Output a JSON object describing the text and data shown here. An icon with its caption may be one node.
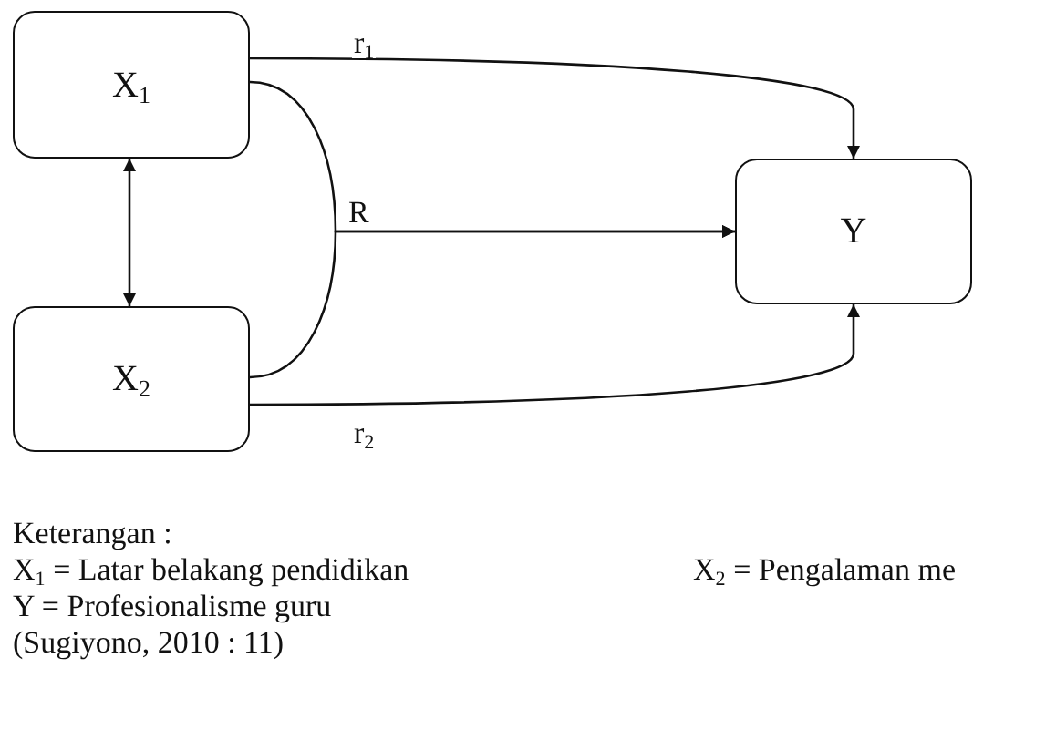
{
  "diagram": {
    "nodes": [
      {
        "text": [
          "X$_{1}$"
        ]
      },
      {
        "text": [
          "X$_{2}$"
        ]
      },
      {
        "text": [
          "Y"
        ]
      }
    ],
    "edges": [
      {
        "from": 0,
        "to": 2,
        "arrow": "to",
        "label": "r$_{1}$"
      },
      {
        "from": 0,
        "to": 1,
        "arrow": "both"
      },
      {
        "from": 0,
        "to": 2,
        "arrow": "to",
        "label": "R"
      },
      {
        "from": 1,
        "to": 2,
        "arrow": "to"
      },
      {
        "from": 1,
        "to": 2,
        "arrow": "to",
        "label": "r$_{2}$"
      }
    ],
    "labels": [
      "Keterangan :",
      "X$_{1}$ = Latar belakang pendidikan",
      "X$_{2}$ = Pengalaman me",
      "Y = Profesionalisme guru",
      "(Sugiyono, 2010 : 11)"
    ]
  }
}
